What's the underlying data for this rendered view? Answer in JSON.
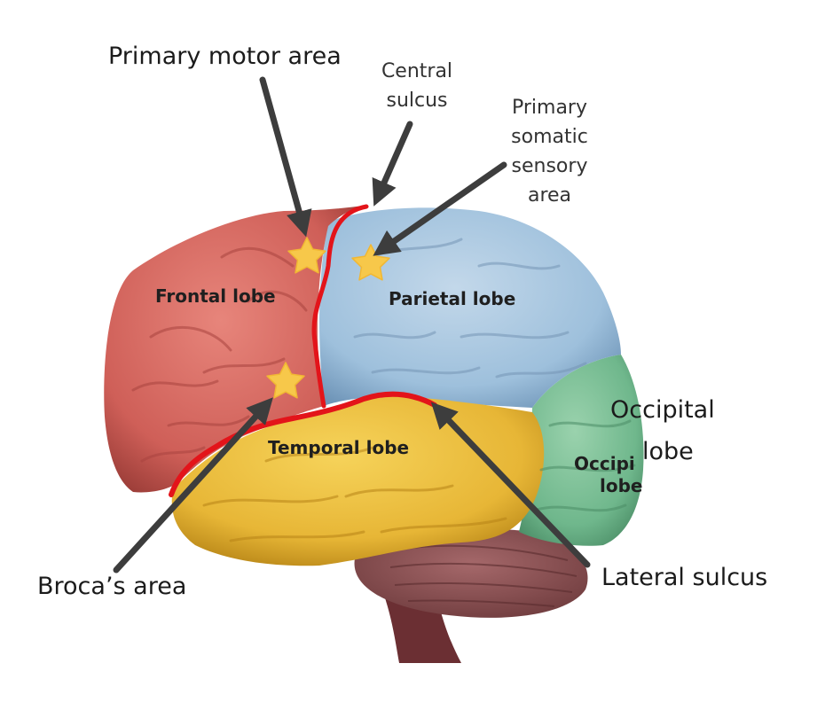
{
  "annotations": {
    "primary_motor_area": "Primary motor area",
    "central_sulcus_line1": "Central",
    "central_sulcus_line2": "sulcus",
    "somatic_line1": "Primary",
    "somatic_line2": "somatic",
    "somatic_line3": "sensory",
    "somatic_line4": "area",
    "occipital_line1": "Occipital",
    "occipital_line2": "lobe",
    "brocas_area": "Broca’s area",
    "lateral_sulcus": "Lateral sulcus"
  },
  "lobe_labels": {
    "frontal": "Frontal lobe",
    "parietal": "Parietal lobe",
    "temporal": "Temporal lobe",
    "occipital_line1": "Occipi",
    "occipital_line2": "lobe"
  },
  "colors": {
    "frontal": "#cf5f58",
    "parietal": "#9ec0dc",
    "temporal": "#e7b636",
    "occipital": "#6fb78c",
    "cerebellum": "#7a4244",
    "sulcus_line": "#e3141a",
    "arrow": "#3d3d3d",
    "star": "#f7c84a"
  },
  "icons": {
    "star": "star-icon",
    "arrow": "arrow-icon"
  }
}
